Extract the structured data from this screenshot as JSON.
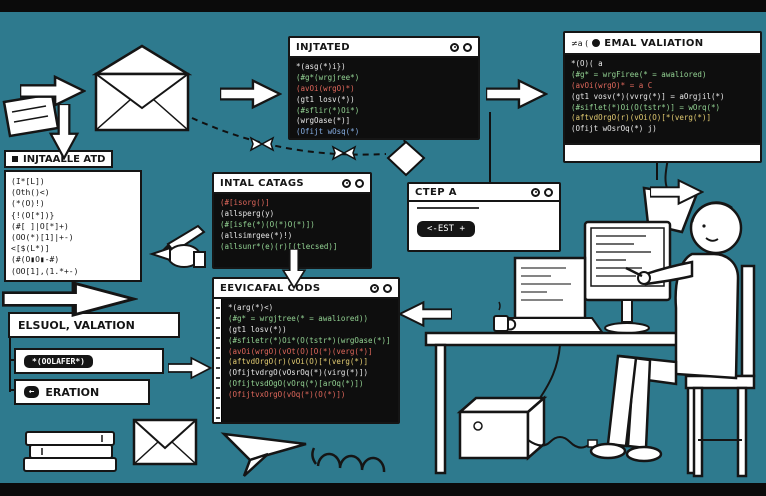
{
  "palette": {
    "bg": "#2e7a8e",
    "ink": "#151515",
    "paper": "#ffffff",
    "code-bg": "#0e0e0e",
    "code-white": "#e9e9e9",
    "code-green": "#93d393",
    "code-red": "#e0685c",
    "code-yellow": "#e3cc72",
    "code-blue": "#86aee3"
  },
  "windows": {
    "initated": {
      "title": "INJTATED",
      "lines": [
        {
          "t": "*(asg(*)i})",
          "c": "w"
        },
        {
          "t": "(#g*(wrgjree*)",
          "c": "g"
        },
        {
          "t": "(avOi(wrgO)*)",
          "c": "r"
        },
        {
          "t": "(gt1 losv(*))",
          "c": "w"
        },
        {
          "t": "(#sflir(*)Oi*)",
          "c": "g"
        },
        {
          "t": "(wrgOase(*)]",
          "c": "w"
        },
        {
          "t": "(Ofijt wOsq(*)",
          "c": "b"
        }
      ]
    },
    "email_validation": {
      "header_note": "≠a (",
      "title": "EMAL VALIATION",
      "lines": [
        {
          "t": "*(O)( a",
          "c": "w"
        },
        {
          "t": "(#g* = wrgFiree(* = awaliored)",
          "c": "g"
        },
        {
          "t": "(avOi(wrgO)* = a C",
          "c": "r"
        },
        {
          "t": "(gt1 vosv(*)(vvrg(*)] = aOrgjil(*)",
          "c": "w"
        },
        {
          "t": "(#siflet(*)Oi(O(tstr*)] = wOrq(*)",
          "c": "g"
        },
        {
          "t": "(aftvdOrgO(r)(vOi(O)[*(verg(*)]",
          "c": "y"
        },
        {
          "t": "(Ofijt wOsrOq(*) j)",
          "c": "w"
        }
      ]
    },
    "intal_catags": {
      "title": "INTAL CATAGS",
      "lines": [
        {
          "t": "(#[isorg()]",
          "c": "r"
        },
        {
          "t": "(allsperg(y)",
          "c": "w"
        },
        {
          "t": "(#[isfe(*)(O(*)O(*)])",
          "c": "g"
        },
        {
          "t": "(allsimrgee(*)!)",
          "c": "w"
        },
        {
          "t": "(allsunr*(e)(r)[(tlecsed)]",
          "c": "g"
        }
      ]
    },
    "ctep_a": {
      "title": "CTEP A",
      "button_label": "<-EST +"
    },
    "eevicafal_cods": {
      "title": "EEVICAFAL CODS",
      "lines": [
        {
          "t": "*(arg(*)<)",
          "c": "w"
        },
        {
          "t": "(#g* = wrgjtree(* = awaliored))",
          "c": "g"
        },
        {
          "t": "(gt1 losv(*))",
          "c": "w"
        },
        {
          "t": "(#sfiletr(*)Oi*(O(tstr*)(wrgOase(*)]",
          "c": "g"
        },
        {
          "t": "(avOi(wrgO)(vOt(O)[O(*)(verg(*)]",
          "c": "r"
        },
        {
          "t": "(aftvdOrgO(r)(vOi(O)[*(verg(*)]",
          "c": "y"
        },
        {
          "t": "(OfijtvdrgO(vOsrOq(*)(virg(*)])",
          "c": "w"
        },
        {
          "t": "(OfijtvsdOgO(vOrq(*)[arOq(*)])",
          "c": "g"
        },
        {
          "t": "(OfijtvxOrgO(vOq(*)(O(*)])",
          "c": "r"
        }
      ]
    }
  },
  "left_panel": {
    "title": "INJTAALLE ATD",
    "lines": [
      "(I*[L])",
      "(Oth()<)",
      "(*(O)!)",
      "{!(O[*])}",
      "(#[ ]|O[*]+)",
      "(OO(*)[1]|+-)",
      "<[$(L*)]",
      "(#(O▮O▮-#)",
      "(OO[1],(1.*+-)"
    ]
  },
  "labels": {
    "banner": "ELSUOL, VALATION",
    "box1_pill": "*(OOLAFER*)",
    "box2_pill": "←",
    "box2_label": "ERATION"
  },
  "icons": [
    "envelope-icon",
    "flag-icon",
    "arrow-right-icon",
    "arrow-down-icon",
    "arrow-left-icon",
    "ribbon-icon",
    "decision-diamond-icon",
    "window-control-icon",
    "hand-pen-icon",
    "books-icon",
    "paper-plane-icon",
    "cable-coil-icon",
    "desk-scene-illustration"
  ]
}
